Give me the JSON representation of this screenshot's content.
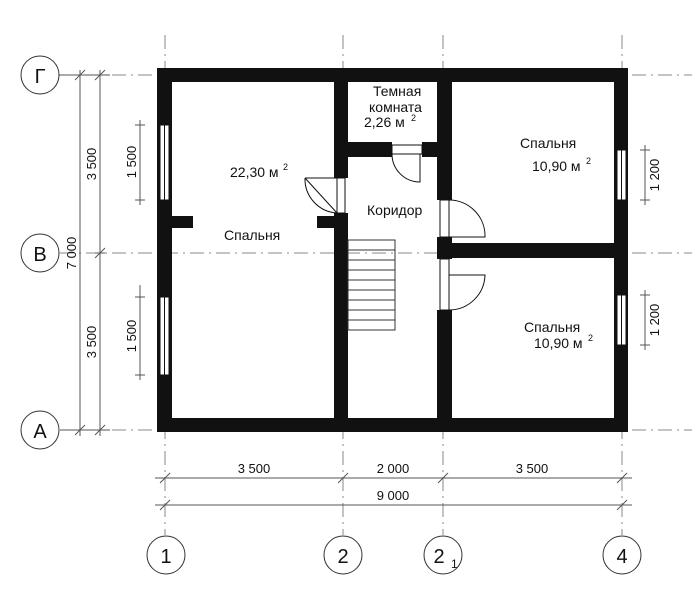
{
  "axes": {
    "rows": [
      "Г",
      "В",
      "А"
    ],
    "columns": [
      "1",
      "2",
      "2",
      "4"
    ],
    "column_subscript": "1"
  },
  "dimensions": {
    "vertical_total": "7 000",
    "vertical_parts": [
      "3 500",
      "3 500"
    ],
    "left_windows": [
      "1 500",
      "1 500"
    ],
    "right_windows": [
      "1 200",
      "1 200"
    ],
    "horizontal_parts": [
      "3 500",
      "2 000",
      "3 500"
    ],
    "horizontal_total": "9 000"
  },
  "rooms": {
    "bedroom_large": {
      "name": "Спальня",
      "area": "22,30 м"
    },
    "dark_room": {
      "name_line1": "Темная",
      "name_line2": "комната",
      "area": "2,26 м"
    },
    "corridor": {
      "name": "Коридор"
    },
    "bedroom_top_right": {
      "name": "Спальня",
      "area": "10,90 м"
    },
    "bedroom_bottom_right": {
      "name": "Спальня",
      "area": "10,90 м"
    },
    "area_exponent": "2"
  }
}
